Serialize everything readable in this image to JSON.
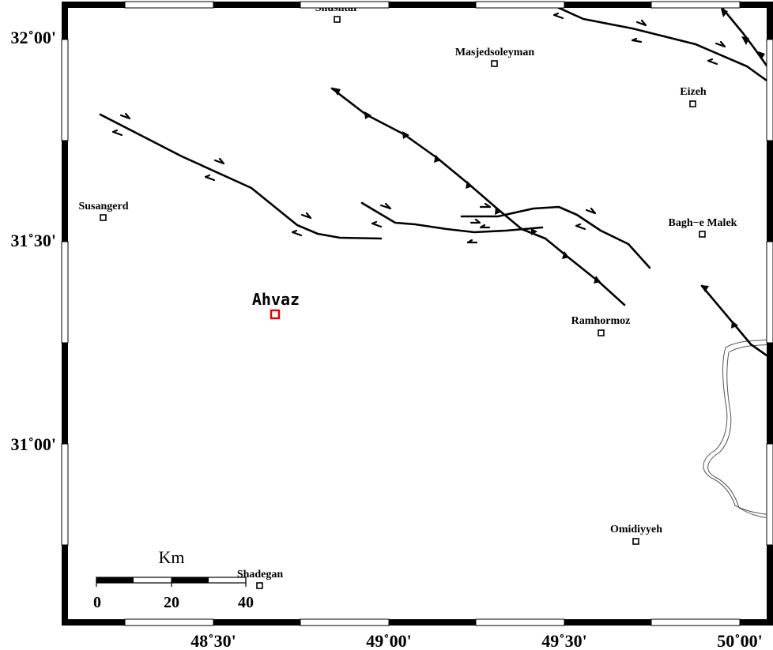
{
  "map": {
    "colors": {
      "frame": "#000000",
      "fault": "#000000",
      "highlight": "#e00000",
      "coast": "#555555"
    },
    "lon_ticks": [
      "48˚30'",
      "49˚00'",
      "49˚30'",
      "50˚00'"
    ],
    "lat_ticks": [
      "32˚00'",
      "31˚30'",
      "31˚00'"
    ],
    "main_city": "Ahvaz",
    "cities": [
      "Shushtar",
      "Masjedsoleyman",
      "Eizeh",
      "Susangerd",
      "Bagh−e Malek",
      "Ramhormoz",
      "Omidiyyeh",
      "Shadegan"
    ],
    "scale_bar": {
      "unit": "Km",
      "labels": [
        "0",
        "20",
        "40"
      ]
    },
    "icons": {
      "city": "square-marker-icon",
      "thrust": "triangle-barb-icon",
      "strike_slip": "half-arrow-icon"
    }
  }
}
